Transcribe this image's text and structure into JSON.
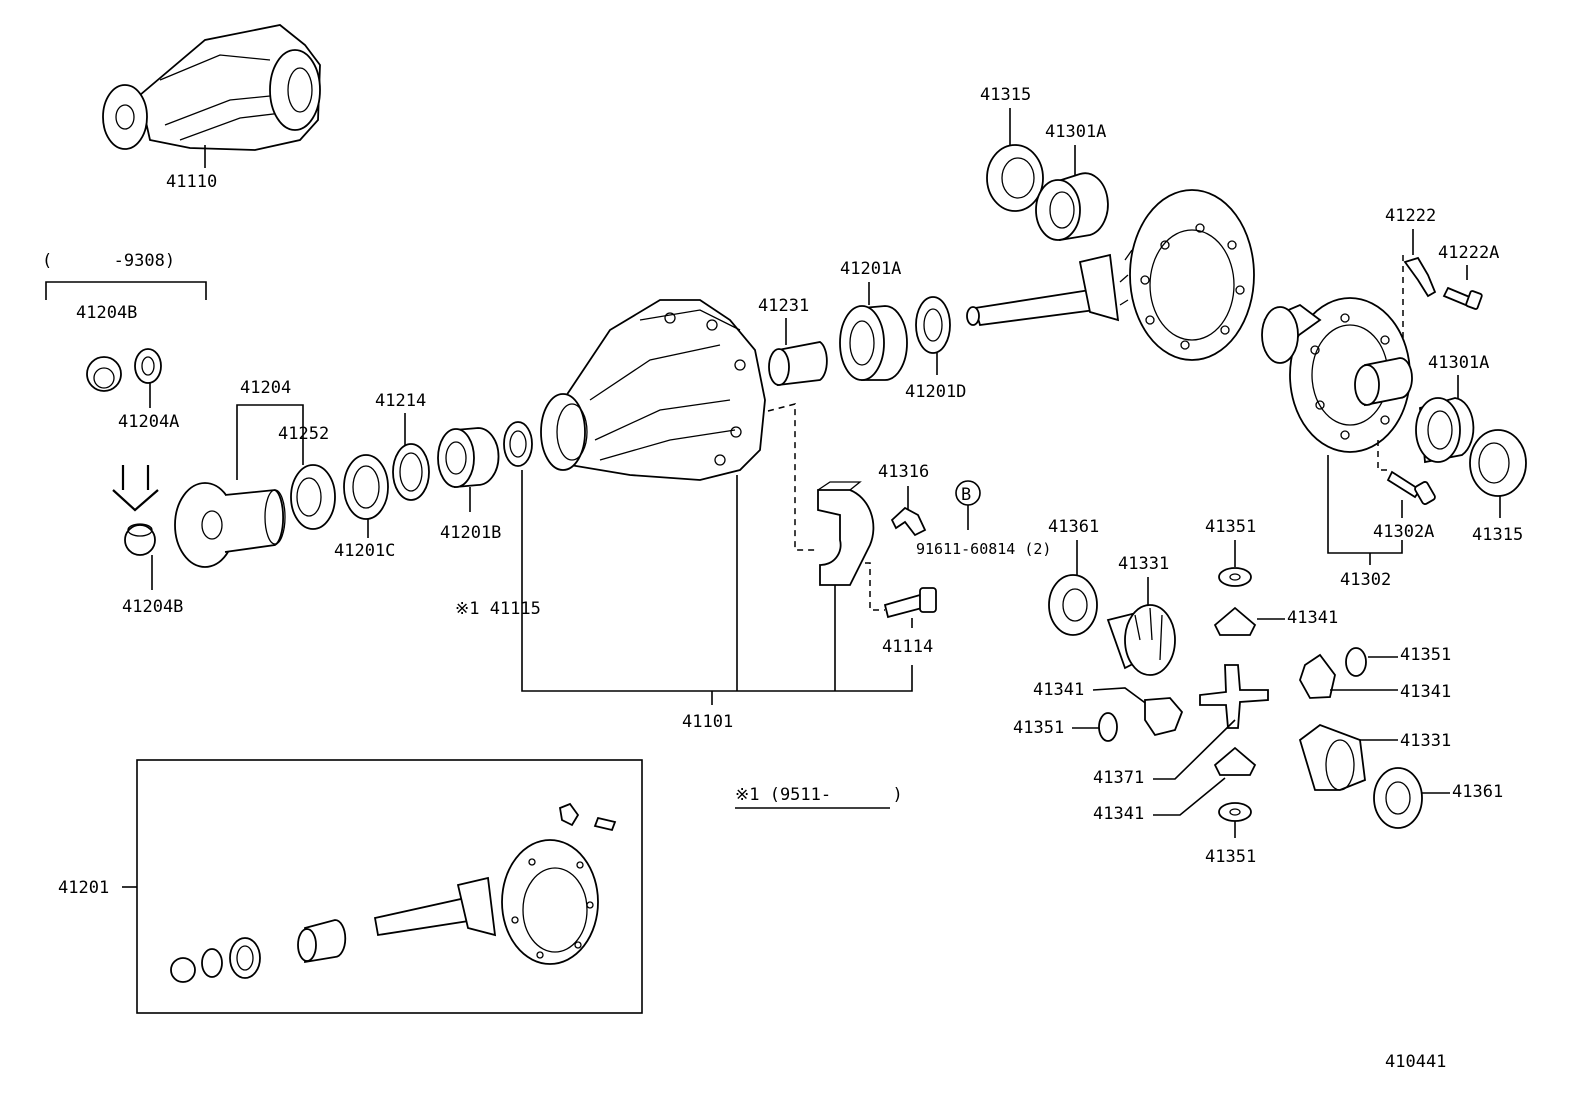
{
  "labels": {
    "p41110": "41110",
    "range_9308": "(      -9308)",
    "p41204B_top": "41204B",
    "p41204A": "41204A",
    "p41204B_bottom": "41204B",
    "p41204": "41204",
    "p41252": "41252",
    "p41214": "41214",
    "p41201C": "41201C",
    "p41201B": "41201B",
    "p41115": "※1 41115",
    "p41231": "41231",
    "p41201A": "41201A",
    "p41201D": "41201D",
    "p41316": "41316",
    "circle_b": "B",
    "p91611": "91611-60814 (2)",
    "p41114": "41114",
    "p41101": "41101",
    "note_9511": "※1 (9511-      )",
    "p41201": "41201",
    "p41315_top": "41315",
    "p41301A_top": "41301A",
    "p41222": "41222",
    "p41222A": "41222A",
    "p41301A_right": "41301A",
    "p41302A": "41302A",
    "p41315_right": "41315",
    "p41302": "41302",
    "p41361_left": "41361",
    "p41331_top": "41331",
    "p41351_top": "41351",
    "p41341_top": "41341",
    "p41351_right": "41351",
    "p41341_left": "41341",
    "p41341_right": "41341",
    "p41351_left": "41351",
    "p41331_right": "41331",
    "p41371": "41371",
    "p41361_right": "41361",
    "p41341_bottom": "41341",
    "p41351_bottom": "41351",
    "diagram_number": "410441"
  }
}
